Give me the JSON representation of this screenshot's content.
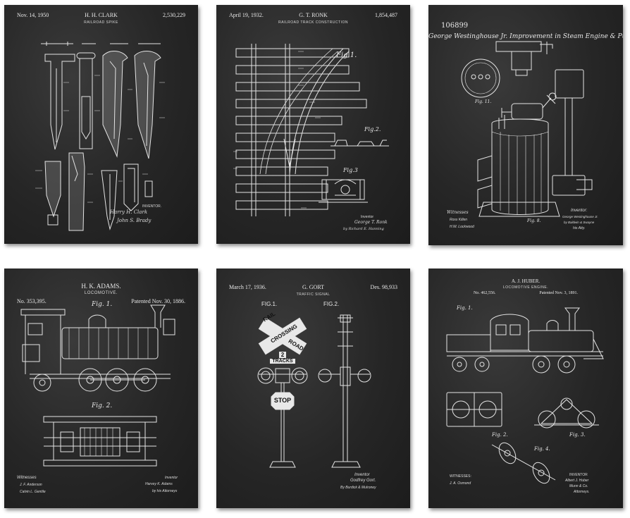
{
  "posters": [
    {
      "header": {
        "left": "Nov. 14, 1950",
        "center": "H. H. CLARK",
        "right": "2,530,229"
      },
      "subtitle": "RAILROAD SPIKE",
      "signatures": {
        "inventor_label": "INVENTOR.",
        "inventor": "Harry H. Clark",
        "attorney": "John S. Brady"
      }
    },
    {
      "header": {
        "left": "April 19, 1932.",
        "center": "G. T. RONK",
        "right": "1,854,487"
      },
      "subtitle": "RAILROAD TRACK CONSTRUCTION",
      "figures": [
        "Fig.1.",
        "Fig.2.",
        "Fig.3"
      ],
      "signatures": {
        "inventor_label": "Inventor",
        "inventor": "George T. Ronk",
        "attorney": "by Richard E. Hanning"
      }
    },
    {
      "title_number": "106899",
      "title": "George Westinghouse Jr. Improvement in Steam Engine & Pump",
      "figures": [
        "Fig. 11.",
        "Fig. 8."
      ],
      "signatures": {
        "witness_label": "Witnesses",
        "witness1": "Ross Killen",
        "witness2": "H.W. Lockwood",
        "inventor_label": "Inventor:",
        "inventor": "George Westinghouse Jr.",
        "attorney": "by Baldwin & Swayne",
        "attorney2": "his Atty."
      }
    },
    {
      "header": {
        "center": "H. K. ADAMS.",
        "left": "No. 353,395."
      },
      "subtitle": "LOCOMOTIVE.",
      "patented": "Patented Nov. 30, 1886.",
      "figures": [
        "Fig. 1.",
        "Fig. 2."
      ],
      "signatures": {
        "witness_label": "Witnesses",
        "witness1": "J. F. Anderson",
        "witness2": "Calvin L. Gentile",
        "inventor_label": "Inventor",
        "inventor": "Harvey K. Adams",
        "attorney": "by his Attorneys"
      }
    },
    {
      "header": {
        "left": "March 17, 1936.",
        "center": "G. GORT",
        "right": "Des. 98,933"
      },
      "subtitle": "TRAFFIC SIGNAL",
      "figures": [
        "FIG.1.",
        "FIG.2."
      ],
      "sign": {
        "rail": "RAIL",
        "crossing": "CROSSING",
        "road": "ROAD",
        "number": "2",
        "tracks": "TRACKS",
        "stop": "STOP"
      },
      "signatures": {
        "inventor_label": "Inventor",
        "inventor": "Godfrey Gort.",
        "attorney": "By Burdick & Mulroney"
      }
    },
    {
      "header": {
        "center": "A. J. HUBER."
      },
      "subtitle": "LOCOMOTIVE ENGINE.",
      "number": "No. 462,556.",
      "patented": "Patented Nov. 3, 1891.",
      "figures": [
        "Fig. 1.",
        "Fig. 2.",
        "Fig. 3.",
        "Fig. 4."
      ],
      "signatures": {
        "witness_label": "WITNESSES:",
        "witness1": "J. A. Osmond",
        "inventor_label": "INVENTOR",
        "inventor": "Albert J. Huber",
        "attorney": "Munn & Co.",
        "attorney2": "Attorneys."
      }
    }
  ],
  "colors": {
    "poster_bg": "#262626",
    "ink": "#e8e8e8",
    "page_bg": "#ffffff"
  }
}
